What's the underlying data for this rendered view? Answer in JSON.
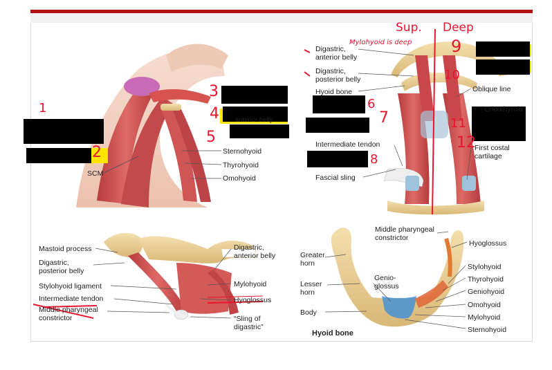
{
  "labels": {
    "top_right": {
      "digastric_anterior_1": "Digastric,",
      "digastric_anterior_2": "anterior belly",
      "digastric_posterior_1": "Digastric,",
      "digastric_posterior_2": "posterior belly",
      "hyoid_bone": "Hyoid bone",
      "oblique_line": "Oblique line",
      "cricothyroid": "Cricothyroid",
      "intermediate_tendon": "Intermediate tendon",
      "first_costal_1": "First costal",
      "first_costal_2": "cartilage",
      "fascial_sling": "Fascial sling"
    },
    "top_left": {
      "anterior_belly_partial": "anterior belly",
      "sternohyoid": "Sternohyoid",
      "thyrohyoid": "Thyrohyoid",
      "omohyoid": "Omohyoid",
      "scm": "SCM"
    },
    "bottom_left": {
      "mastoid_process": "Mastoid process",
      "digastric_posterior_1": "Digastric,",
      "digastric_posterior_2": "posterior belly",
      "stylohyoid_ligament": "Stylohyoid ligament",
      "intermediate_tendon": "Intermediate tendon",
      "middle_pharyngeal_1": "Middle pharyngeal",
      "middle_pharyngeal_2": "constrictor",
      "digastric_anterior_1": "Digastric,",
      "digastric_anterior_2": "anterior belly",
      "mylohyoid": "Mylohyoid",
      "hyoglossus": "Hyoglossus",
      "sling_1": "“Sling of",
      "sling_2": "digastric”"
    },
    "bottom_right": {
      "middle_pharyngeal_1": "Middle pharyngeal",
      "middle_pharyngeal_2": "constrictor",
      "hyoglossus": "Hyoglossus",
      "greater_horn_1": "Greater",
      "greater_horn_2": "horn",
      "stylohyoid": "Stylohyoid",
      "genioglossus_1": "Genio-",
      "genioglossus_2": "glossus",
      "thyrohyoid": "Thyrohyoid",
      "lesser_horn_1": "Lesser",
      "lesser_horn_2": "horn",
      "geniohyoid": "Geniohyoid",
      "omohyoid": "Omohyoid",
      "body": "Body",
      "mylohyoid": "Mylohyoid",
      "sternohyoid": "Sternohyoid",
      "hyoid_bone_title": "Hyoid bone"
    }
  },
  "handwriting": {
    "sup": "Sup.",
    "deep": "Deep",
    "mylohyoid_deep": "Mylohyoid is deep",
    "n1": "1",
    "n2": "2",
    "n3": "3",
    "n4": "4",
    "n5": "5",
    "n6": "6",
    "n7": "7",
    "n8": "8",
    "n9": "9",
    "n10": "10",
    "n11": "11",
    "n12": "12"
  },
  "colors": {
    "annotation": "#e8152f",
    "redaction": "#000000",
    "highlight": "#ffe600",
    "muscle": "#c9474a",
    "bone": "#e9cf94"
  }
}
